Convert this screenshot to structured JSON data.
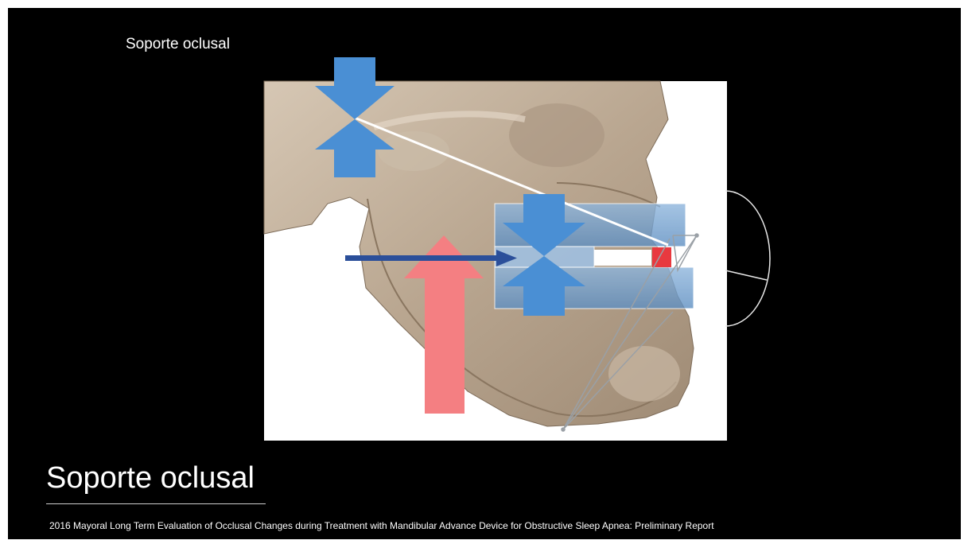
{
  "slide": {
    "top_caption": "Soporte oclusal",
    "title": "Soporte oclusal",
    "citation": "2016 Mayoral Long Term Evaluation of Occlusal Changes during Treatment with Mandibular Advance Device for Obstructive Sleep Apnea: Preliminary Report"
  },
  "colors": {
    "background": "#000000",
    "text": "#ffffff",
    "bone": "#c4b3a0",
    "compression_arrow": "#4a8fd4",
    "force_arrow": "#f47f82",
    "horizontal_arrow": "#2b4f9a",
    "splint": "#6f9fd0",
    "highlight": "#e8393f"
  },
  "icons": {
    "image": "skull-jaw-3d-render",
    "tmj_marker": "compression-arrows-icon",
    "occlusal_marker": "compression-arrows-icon",
    "vertical_force": "up-arrow-icon",
    "advance_direction": "right-arrow-icon"
  }
}
